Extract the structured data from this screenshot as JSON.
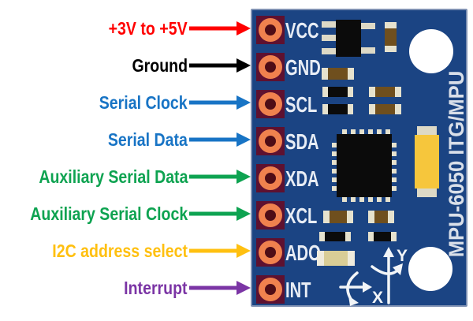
{
  "diagram": {
    "pins": [
      {
        "desc": "+3V to +5V",
        "name": "VCC",
        "color": "#FF0000"
      },
      {
        "desc": "Ground",
        "name": "GND",
        "color": "#000000"
      },
      {
        "desc": "Serial Clock",
        "name": "SCL",
        "color": "#1874C5"
      },
      {
        "desc": "Serial Data",
        "name": "SDA",
        "color": "#1874C5"
      },
      {
        "desc": "Auxiliary Serial Data",
        "name": "XDA",
        "color": "#0EA351"
      },
      {
        "desc": "Auxiliary Serial Clock",
        "name": "XCL",
        "color": "#0EA351"
      },
      {
        "desc": "I2C address select",
        "name": "ADO",
        "color": "#FFC010"
      },
      {
        "desc": "Interrupt",
        "name": "INT",
        "color": "#7B35A5"
      }
    ],
    "board": {
      "silkscreen": "MPU-6050 ITG/MPU",
      "axis": {
        "x": "X",
        "y": "Y"
      },
      "colors": {
        "pcb": "#1B4483",
        "pcb_edge": "#7E90B2",
        "pad_square": "#5E1130",
        "pad_ring": "#F0824E",
        "pad_hole": "#4E0D16",
        "pin_text": "#E8EDF5",
        "silkscreen_text": "#D9DFE9",
        "capacitor_yellow": "#F6C63C"
      }
    }
  }
}
